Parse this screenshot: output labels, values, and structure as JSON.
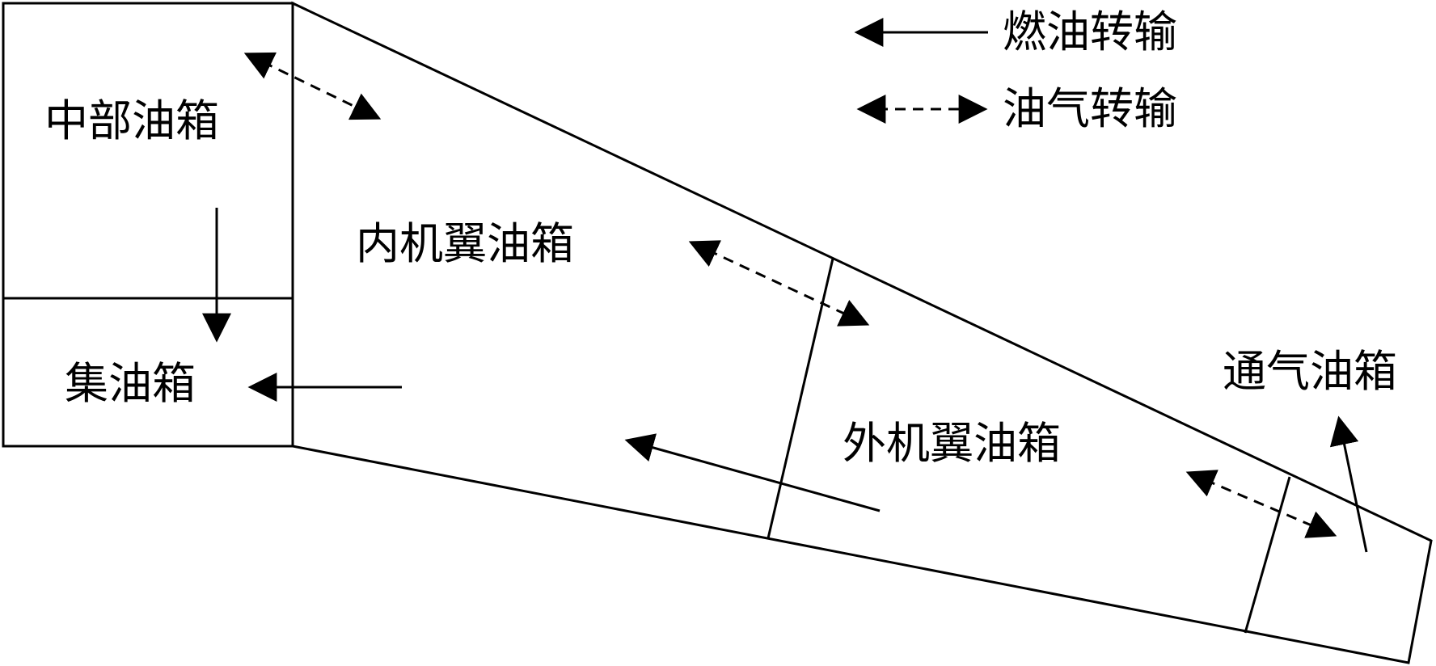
{
  "legend": {
    "fuel_transfer_label": "燃油转输",
    "vapor_transfer_label": "油气转输"
  },
  "tanks": {
    "center": "中部油箱",
    "collector": "集油箱",
    "inner_wing": "内机翼油箱",
    "outer_wing": "外机翼油箱",
    "vent": "通气油箱"
  },
  "colors": {
    "stroke": "#000000",
    "background": "#ffffff"
  }
}
